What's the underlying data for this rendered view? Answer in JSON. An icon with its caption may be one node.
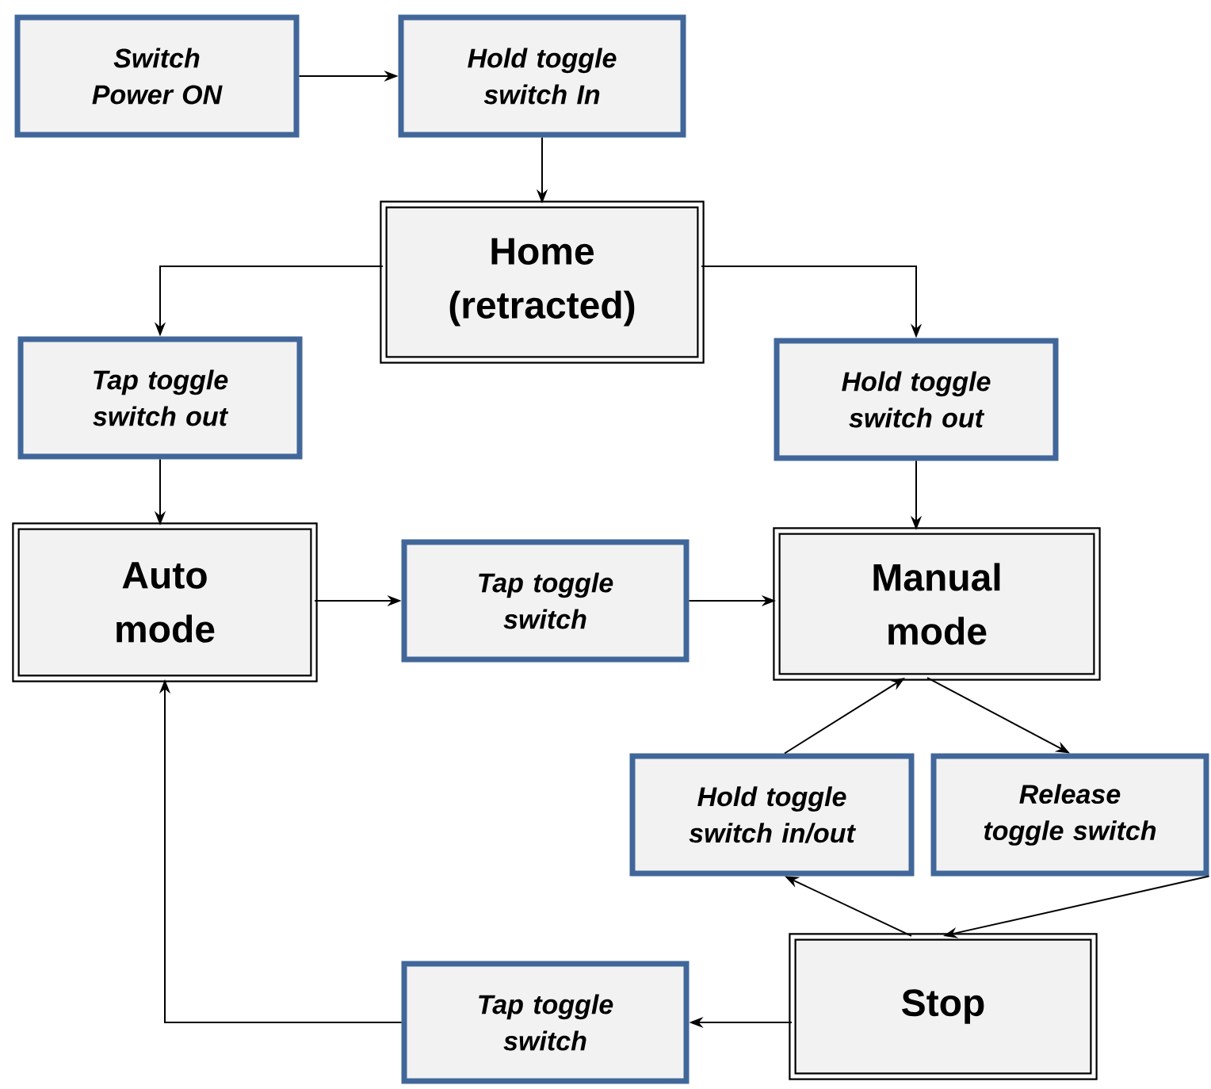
{
  "diagram": {
    "nodes": [
      {
        "text": [
          "Switch Power ON"
        ]
      },
      {
        "text": [
          "Hold toggle switch In"
        ]
      },
      {
        "text": [
          "Home (retracted)"
        ]
      },
      {
        "text": [
          "Tap toggle switch out"
        ]
      },
      {
        "text": [
          "Hold toggle switch out"
        ]
      },
      {
        "text": [
          "Auto mode"
        ]
      },
      {
        "text": [
          "Tap toggle switch"
        ]
      },
      {
        "text": [
          "Manual mode"
        ]
      },
      {
        "text": [
          "Hold toggle switch in/out"
        ]
      },
      {
        "text": [
          "Release toggle switch"
        ]
      },
      {
        "text": [
          "Stop"
        ]
      },
      {
        "text": [
          "Tap toggle switch"
        ]
      }
    ],
    "edges": [
      {
        "from": 0,
        "to": 1,
        "arrow": "to"
      },
      {
        "from": 1,
        "to": 2,
        "arrow": "to"
      },
      {
        "from": 2,
        "to": 3,
        "arrow": "to"
      },
      {
        "from": 2,
        "to": 4,
        "arrow": "to"
      },
      {
        "from": 3,
        "to": 5,
        "arrow": "to"
      },
      {
        "from": 4,
        "to": 7,
        "arrow": "to"
      },
      {
        "from": 5,
        "to": 6,
        "arrow": "to"
      },
      {
        "from": 6,
        "to": 7,
        "arrow": "to"
      },
      {
        "from": 7,
        "to": 9,
        "arrow": "to"
      },
      {
        "from": 9,
        "to": 10,
        "arrow": "to"
      },
      {
        "from": 10,
        "to": 8,
        "arrow": "to"
      },
      {
        "from": 8,
        "to": 7,
        "arrow": "to"
      },
      {
        "from": 10,
        "to": 11,
        "arrow": "to"
      },
      {
        "from": 11,
        "to": 5,
        "arrow": "to"
      }
    ]
  }
}
